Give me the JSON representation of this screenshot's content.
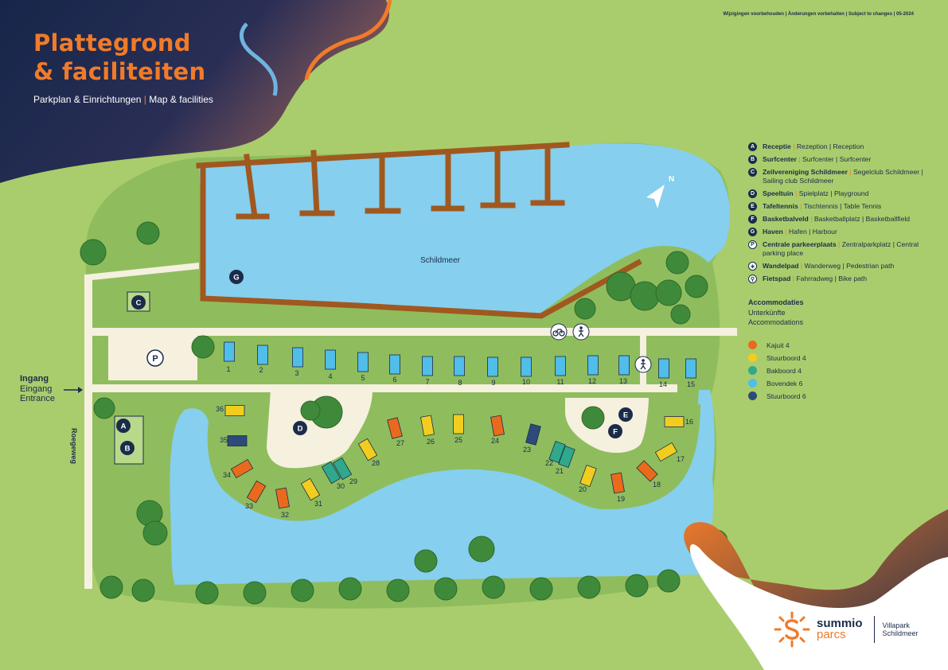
{
  "header": {
    "title_line1": "Plattegrond",
    "title_line2": "& faciliteiten",
    "subtitle_a": "Parkplan & Einrichtungen",
    "subtitle_sep": "|",
    "subtitle_b": "Map & facilities"
  },
  "notice": "Wijzigingen voorbehouden | Änderungen vorbehalten | Subject to changes | 05-2024",
  "map": {
    "lake_label": "Schildmeer",
    "road_label": "Roegeweg",
    "north_label": "N",
    "entrance": {
      "line1": "Ingang",
      "line2": "Eingang",
      "line3": "Entrance"
    },
    "facility_markers": [
      "A",
      "B",
      "C",
      "D",
      "E",
      "F",
      "G",
      "P"
    ],
    "accommodations": [
      {
        "number": "1",
        "type": "Bovendek 6"
      },
      {
        "number": "2",
        "type": "Bovendek 6"
      },
      {
        "number": "3",
        "type": "Bovendek 6"
      },
      {
        "number": "4",
        "type": "Bovendek 6"
      },
      {
        "number": "5",
        "type": "Bovendek 6"
      },
      {
        "number": "6",
        "type": "Bovendek 6"
      },
      {
        "number": "7",
        "type": "Bovendek 6"
      },
      {
        "number": "8",
        "type": "Bovendek 6"
      },
      {
        "number": "9",
        "type": "Bovendek 6"
      },
      {
        "number": "10",
        "type": "Bovendek 6"
      },
      {
        "number": "11",
        "type": "Bovendek 6"
      },
      {
        "number": "12",
        "type": "Bovendek 6"
      },
      {
        "number": "13",
        "type": "Bovendek 6"
      },
      {
        "number": "14",
        "type": "Bovendek 6"
      },
      {
        "number": "15",
        "type": "Bovendek 6"
      },
      {
        "number": "16",
        "type": "Stuurboord 4"
      },
      {
        "number": "17",
        "type": "Stuurboord 4"
      },
      {
        "number": "18",
        "type": "Kajuit 4"
      },
      {
        "number": "19",
        "type": "Kajuit 4"
      },
      {
        "number": "20",
        "type": "Stuurboord 4"
      },
      {
        "number": "21",
        "type": "Bakboord 4"
      },
      {
        "number": "22",
        "type": "Bakboord 4"
      },
      {
        "number": "23",
        "type": "Stuurboord 6"
      },
      {
        "number": "24",
        "type": "Kajuit 4"
      },
      {
        "number": "25",
        "type": "Stuurboord 4"
      },
      {
        "number": "26",
        "type": "Stuurboord 4"
      },
      {
        "number": "27",
        "type": "Kajuit 4"
      },
      {
        "number": "28",
        "type": "Stuurboord 4"
      },
      {
        "number": "29",
        "type": "Bakboord 4"
      },
      {
        "number": "30",
        "type": "Bakboord 4"
      },
      {
        "number": "31",
        "type": "Stuurboord 4"
      },
      {
        "number": "32",
        "type": "Kajuit 4"
      },
      {
        "number": "33",
        "type": "Kajuit 4"
      },
      {
        "number": "34",
        "type": "Kajuit 4"
      },
      {
        "number": "35",
        "type": "Stuurboord 6"
      },
      {
        "number": "36",
        "type": "Stuurboord 4"
      }
    ]
  },
  "legend": {
    "facilities": [
      {
        "badge": "A",
        "name": "Receptie",
        "rest": "Rezeption | Reception"
      },
      {
        "badge": "B",
        "name": "Surfcenter",
        "rest": "Surfcenter | Surfcenter"
      },
      {
        "badge": "C",
        "name": "Zeilvereniging Schildmeer",
        "rest": "Segelclub Schildmeer | Sailing club Schildmeer"
      },
      {
        "badge": "D",
        "name": "Speeltuin",
        "rest": "Spielplatz | Playground"
      },
      {
        "badge": "E",
        "name": "Tafeltennis",
        "rest": "Tischtennis | Table Tennis"
      },
      {
        "badge": "F",
        "name": "Basketbalveld",
        "rest": "Basketballplatz | Basketballfield"
      },
      {
        "badge": "G",
        "name": "Haven",
        "rest": "Hafen | Harbour"
      },
      {
        "badge": "P",
        "name": "Centrale parkeerplaats",
        "rest": "Zentralparkplatz | Central parking place"
      },
      {
        "badge": "walk",
        "name": "Wandelpad",
        "rest": "Wanderweg | Pedestrian path"
      },
      {
        "badge": "bike",
        "name": "Fietspad",
        "rest": "Fahrradweg | Bike path"
      }
    ],
    "accommodations_heading": {
      "line1": "Accommodaties",
      "line2": "Unterkünfte",
      "line3": "Accommodations"
    },
    "accommodation_types": [
      {
        "label": "Kajuit 4",
        "color": "#ea6a1d"
      },
      {
        "label": "Stuurboord 4",
        "color": "#f2cd1f"
      },
      {
        "label": "Bakboord 4",
        "color": "#30a88c"
      },
      {
        "label": "Bovendek 6",
        "color": "#51bde9"
      },
      {
        "label": "Stuurboord 6",
        "color": "#2e4a78"
      }
    ]
  },
  "brand": {
    "word1": "summio",
    "word2": "parcs",
    "park_line1": "Villapark",
    "park_line2": "Schildmeer"
  },
  "colors": {
    "grass": "#a9cd6c",
    "park": "#8fbd5e",
    "water": "#86cfee",
    "pier": "#a0581f",
    "path": "#f6f0df",
    "navy": "#1b2c4a",
    "orange": "#f07b2a"
  }
}
